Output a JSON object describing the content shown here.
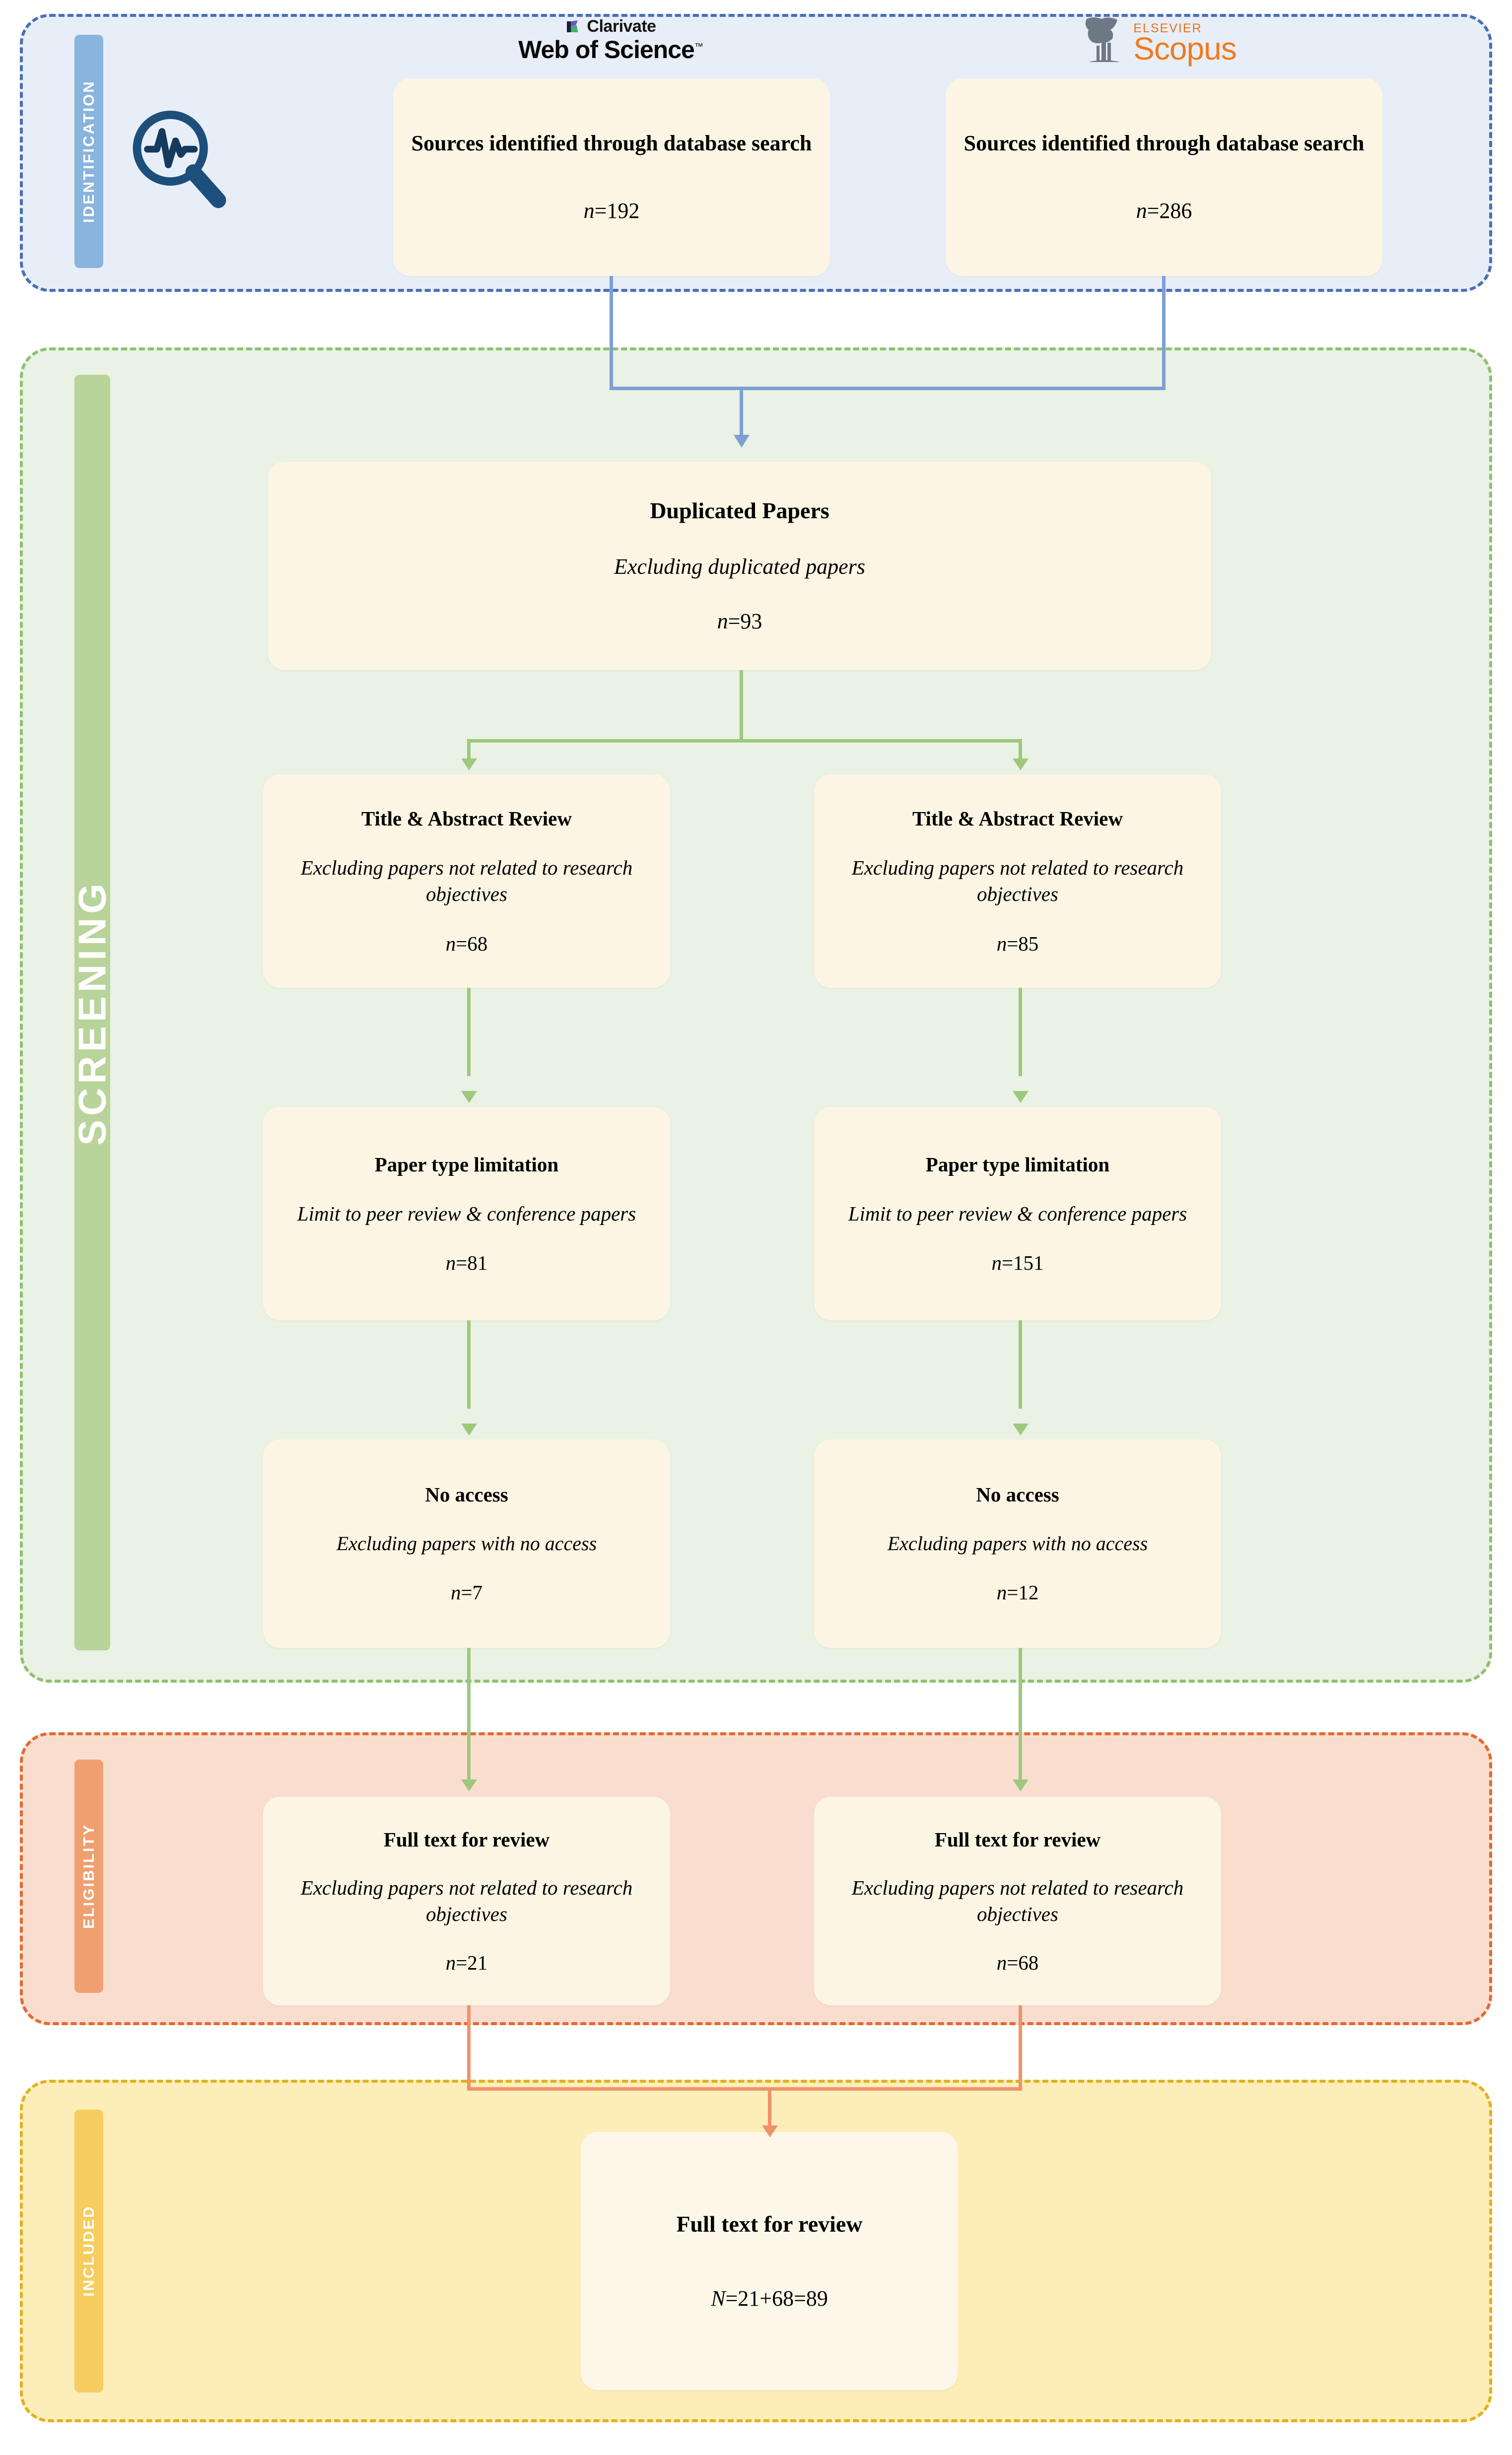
{
  "diagram": {
    "type": "prisma-flow-diagram",
    "title": "PRISMA systematic review flow diagram"
  },
  "phases": [
    {
      "key": "identification",
      "label": "IDENTIFICATION",
      "color": "#88b4dd",
      "band_color": "#e8eef8",
      "border_color": "#4a6fb5"
    },
    {
      "key": "screening",
      "label": "SCREENING",
      "color": "#b8d49a",
      "band_color": "#e9f2e4",
      "border_color": "#8fc070"
    },
    {
      "key": "eligibility",
      "label": "ELIGIBILITY",
      "color": "#f0a070",
      "band_color": "#f9ded0",
      "border_color": "#e06a32"
    },
    {
      "key": "included",
      "label": "INCLUDED",
      "color": "#f6cd5e",
      "band_color": "#fdeeb9",
      "border_color": "#e0b020"
    }
  ],
  "logos": {
    "web_of_science": {
      "brand": "Clarivate",
      "product": "Web of Science",
      "trademark": "™"
    },
    "scopus": {
      "publisher": "ELSEVIER",
      "product": "Scopus"
    }
  },
  "identification": {
    "icon": "magnifier-pulse-icon",
    "boxes": [
      {
        "id": "wos",
        "title": "Sources identified through database search",
        "n_prefix": "n",
        "n_value": "=192"
      },
      {
        "id": "scopus",
        "title": "Sources identified through database search",
        "n_prefix": "n",
        "n_value": "=286"
      }
    ]
  },
  "screening": {
    "duplicated": {
      "title": "Duplicated Papers",
      "desc": "Excluding duplicated papers",
      "n_prefix": "n",
      "n_value": "=93"
    },
    "rows": [
      {
        "id": "title-abstract-review",
        "left": {
          "title": "Title & Abstract Review",
          "desc": "Excluding papers not related to research objectives",
          "n_prefix": "n",
          "n_value": "=68"
        },
        "right": {
          "title": "Title & Abstract Review",
          "desc": "Excluding papers not related to research objectives",
          "n_prefix": "n",
          "n_value": "=85"
        }
      },
      {
        "id": "paper-type-limitation",
        "left": {
          "title": "Paper type limitation",
          "desc": "Limit to peer review & conference papers",
          "n_prefix": "n",
          "n_value": "=81"
        },
        "right": {
          "title": "Paper type limitation",
          "desc": "Limit to peer review & conference papers",
          "n_prefix": "n",
          "n_value": "=151"
        }
      },
      {
        "id": "no-access",
        "left": {
          "title": "No access",
          "desc": "Excluding papers with no access",
          "n_prefix": "n",
          "n_value": "=7"
        },
        "right": {
          "title": "No access",
          "desc": "Excluding papers with no access",
          "n_prefix": "n",
          "n_value": "=12"
        }
      }
    ]
  },
  "eligibility": {
    "left": {
      "title": "Full text for review",
      "desc": "Excluding papers not related to research objectives",
      "n_prefix": "n",
      "n_value": "=21"
    },
    "right": {
      "title": "Full text for review",
      "desc": "Excluding papers not related to research objectives",
      "n_prefix": "n",
      "n_value": "=68"
    }
  },
  "included": {
    "title": "Full text for review",
    "n_prefix": "N",
    "n_value": "=21+68=89"
  }
}
